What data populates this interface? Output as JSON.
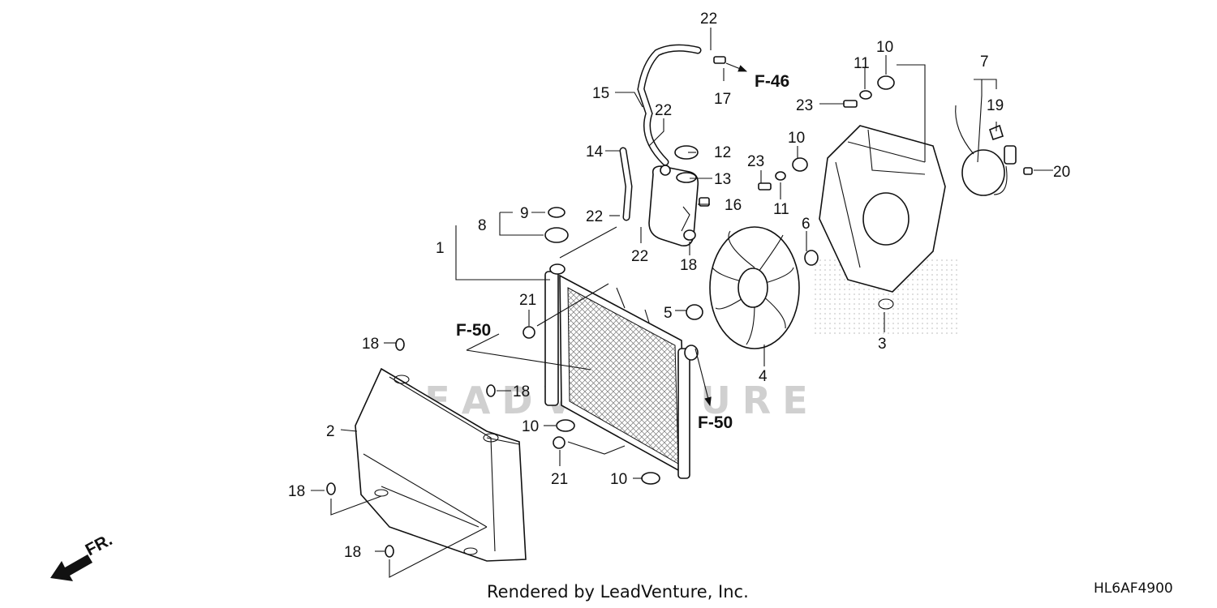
{
  "callouts": {
    "c1": "1",
    "c2": "2",
    "c3": "3",
    "c4": "4",
    "c5": "5",
    "c6": "6",
    "c7": "7",
    "c8": "8",
    "c9": "9",
    "c10_a": "10",
    "c10_b": "10",
    "c10_c": "10",
    "c10_d": "10",
    "c11_a": "11",
    "c11_b": "11",
    "c12": "12",
    "c13": "13",
    "c14": "14",
    "c15": "15",
    "c16": "16",
    "c17": "17",
    "c18_a": "18",
    "c18_b": "18",
    "c18_c": "18",
    "c18_d": "18",
    "c18_e": "18",
    "c19": "19",
    "c20": "20",
    "c21_a": "21",
    "c21_b": "21",
    "c22_a": "22",
    "c22_b": "22",
    "c22_c": "22",
    "c22_d": "22",
    "c23_a": "23",
    "c23_b": "23"
  },
  "references": {
    "f46": "F-46",
    "f50_left": "F-50",
    "f50_right": "F-50",
    "front": "FR."
  },
  "watermark": "LEADVENTURE",
  "footer": {
    "credit": "Rendered by LeadVenture, Inc.",
    "diagram_code": "HL6AF4900"
  }
}
